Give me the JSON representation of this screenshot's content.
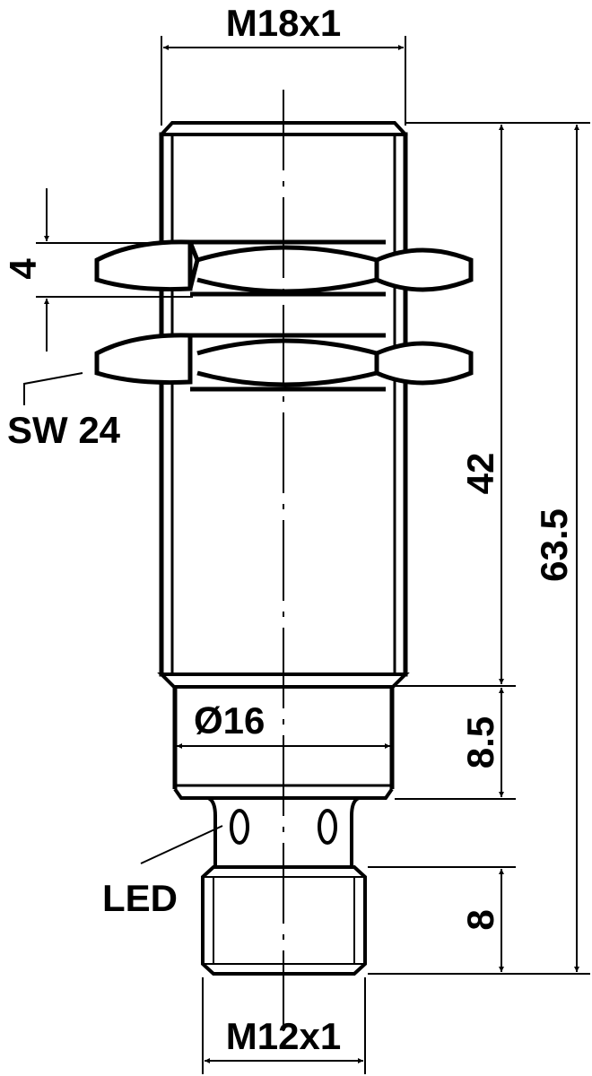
{
  "drawing": {
    "title": "M18 inductive proximity sensor dimension drawing",
    "line_color": "#000000",
    "background": "#ffffff"
  },
  "dimensions": {
    "thread_main": "M18x1",
    "thread_connector": "M12x1",
    "nut_thickness": "4",
    "wrench_size": "SW 24",
    "threaded_length": "42",
    "total_length": "63.5",
    "collar_length": "8.5",
    "collar_diameter": "Ø16",
    "connector_length": "8"
  },
  "callouts": {
    "led": "LED"
  }
}
